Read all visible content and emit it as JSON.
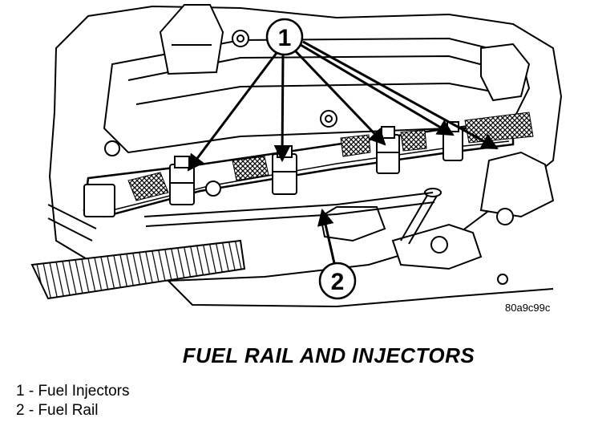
{
  "figure": {
    "callouts": [
      "1",
      "2"
    ],
    "figure_id": "80a9c99c"
  },
  "title": "FUEL RAIL AND INJECTORS",
  "legend": [
    "1 - Fuel Injectors",
    "2 - Fuel Rail"
  ]
}
